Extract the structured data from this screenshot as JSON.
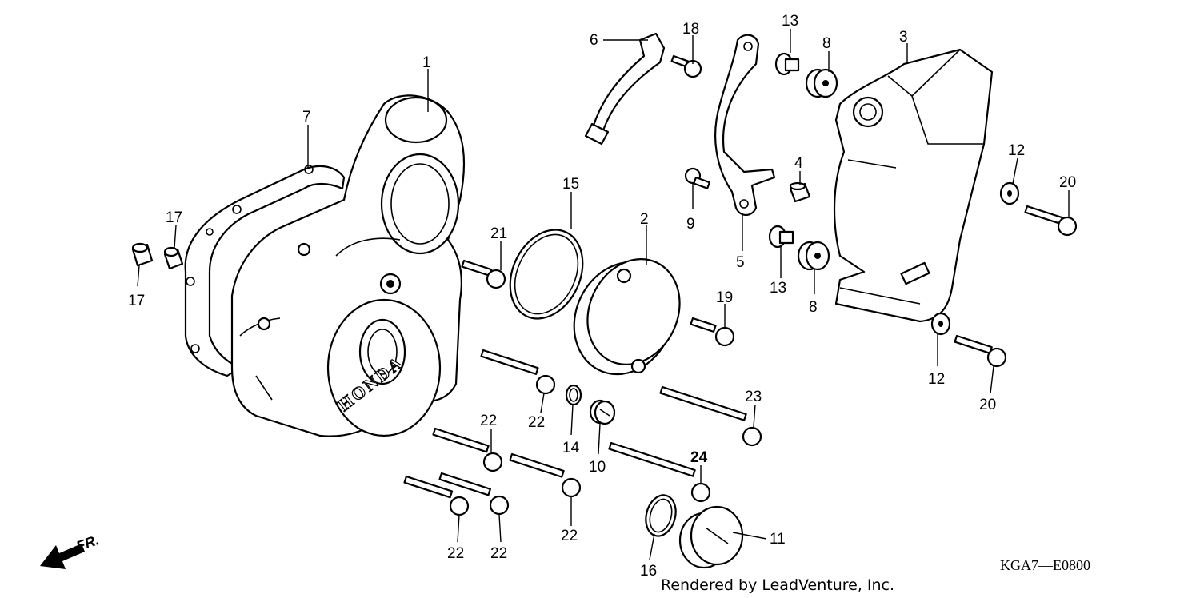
{
  "diagram": {
    "callouts": [
      {
        "id": "c1",
        "text": "1"
      },
      {
        "id": "c2",
        "text": "2"
      },
      {
        "id": "c3",
        "text": "3"
      },
      {
        "id": "c4",
        "text": "4"
      },
      {
        "id": "c5",
        "text": "5"
      },
      {
        "id": "c6",
        "text": "6"
      },
      {
        "id": "c7",
        "text": "7"
      },
      {
        "id": "c8a",
        "text": "8"
      },
      {
        "id": "c8b",
        "text": "8"
      },
      {
        "id": "c9",
        "text": "9"
      },
      {
        "id": "c10",
        "text": "10"
      },
      {
        "id": "c11",
        "text": "11"
      },
      {
        "id": "c12a",
        "text": "12"
      },
      {
        "id": "c12b",
        "text": "12"
      },
      {
        "id": "c13a",
        "text": "13"
      },
      {
        "id": "c13b",
        "text": "13"
      },
      {
        "id": "c14",
        "text": "14"
      },
      {
        "id": "c15",
        "text": "15"
      },
      {
        "id": "c16",
        "text": "16"
      },
      {
        "id": "c17a",
        "text": "17"
      },
      {
        "id": "c17b",
        "text": "17"
      },
      {
        "id": "c18",
        "text": "18"
      },
      {
        "id": "c19",
        "text": "19"
      },
      {
        "id": "c20a",
        "text": "20"
      },
      {
        "id": "c20b",
        "text": "20"
      },
      {
        "id": "c21",
        "text": "21"
      },
      {
        "id": "c22a",
        "text": "22"
      },
      {
        "id": "c22b",
        "text": "22"
      },
      {
        "id": "c22c",
        "text": "22"
      },
      {
        "id": "c22d",
        "text": "22"
      },
      {
        "id": "c22e",
        "text": "22"
      },
      {
        "id": "c23",
        "text": "23"
      },
      {
        "id": "c24",
        "text": "24"
      }
    ],
    "brand_mark": "HONDA",
    "direction_label": "FR.",
    "drawing_code": "KGA7—E0800",
    "credit": "Rendered by LeadVenture, Inc."
  }
}
